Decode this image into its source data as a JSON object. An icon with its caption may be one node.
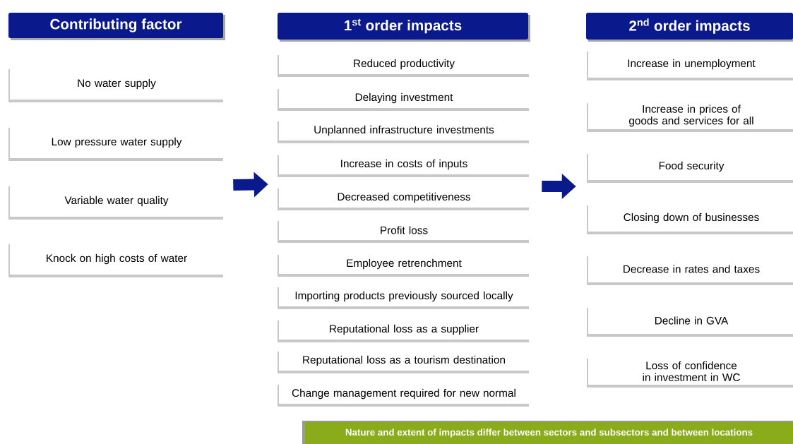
{
  "diagram": {
    "nodes": [
      {
        "text": [
          "Contributing factor"
        ]
      },
      {
        "text": [
          "No water supply"
        ]
      },
      {
        "text": [
          "Low pressure water supply"
        ]
      },
      {
        "text": [
          "Variable water quality"
        ]
      },
      {
        "text": [
          "Knock on high costs of water"
        ]
      },
      {
        "text": [
          "1$^{st}$ order impacts"
        ]
      },
      {
        "text": [
          "Reduced productivity"
        ]
      },
      {
        "text": [
          "Delaying investment"
        ]
      },
      {
        "text": [
          "Unplanned infrastructure investments"
        ]
      },
      {
        "text": [
          "Increase in costs of inputs"
        ]
      },
      {
        "text": [
          "Decreased competitiveness"
        ]
      },
      {
        "text": [
          "Profit loss"
        ]
      },
      {
        "text": [
          "Employee retrenchment"
        ]
      },
      {
        "text": [
          "Importing products previously sourced locally"
        ]
      },
      {
        "text": [
          "Reputational loss as a supplier"
        ]
      },
      {
        "text": [
          "Reputational loss as a tourism destination"
        ]
      },
      {
        "text": [
          "Change management required for new normal"
        ]
      },
      {
        "text": [
          "2$^{nd}$ order impacts"
        ]
      },
      {
        "text": [
          "Increase in unemployment"
        ]
      },
      {
        "text": [
          "Increase in prices of goods and services for all"
        ]
      },
      {
        "text": [
          "Food security"
        ]
      },
      {
        "text": [
          "Closing down of businesses"
        ]
      },
      {
        "text": [
          "Decrease in rates and taxes"
        ]
      },
      {
        "text": [
          "Decline in GVA"
        ]
      },
      {
        "text": [
          "Loss of confidence in investment in WC"
        ]
      },
      {
        "text": [
          "Nature and extent of impacts differ between sectors and subsectors and between locations"
        ]
      }
    ],
    "edges": [
      {
        "from": 3,
        "to": 10,
        "arrow": "to"
      },
      {
        "from": 10,
        "to": 20,
        "arrow": "to"
      }
    ]
  }
}
